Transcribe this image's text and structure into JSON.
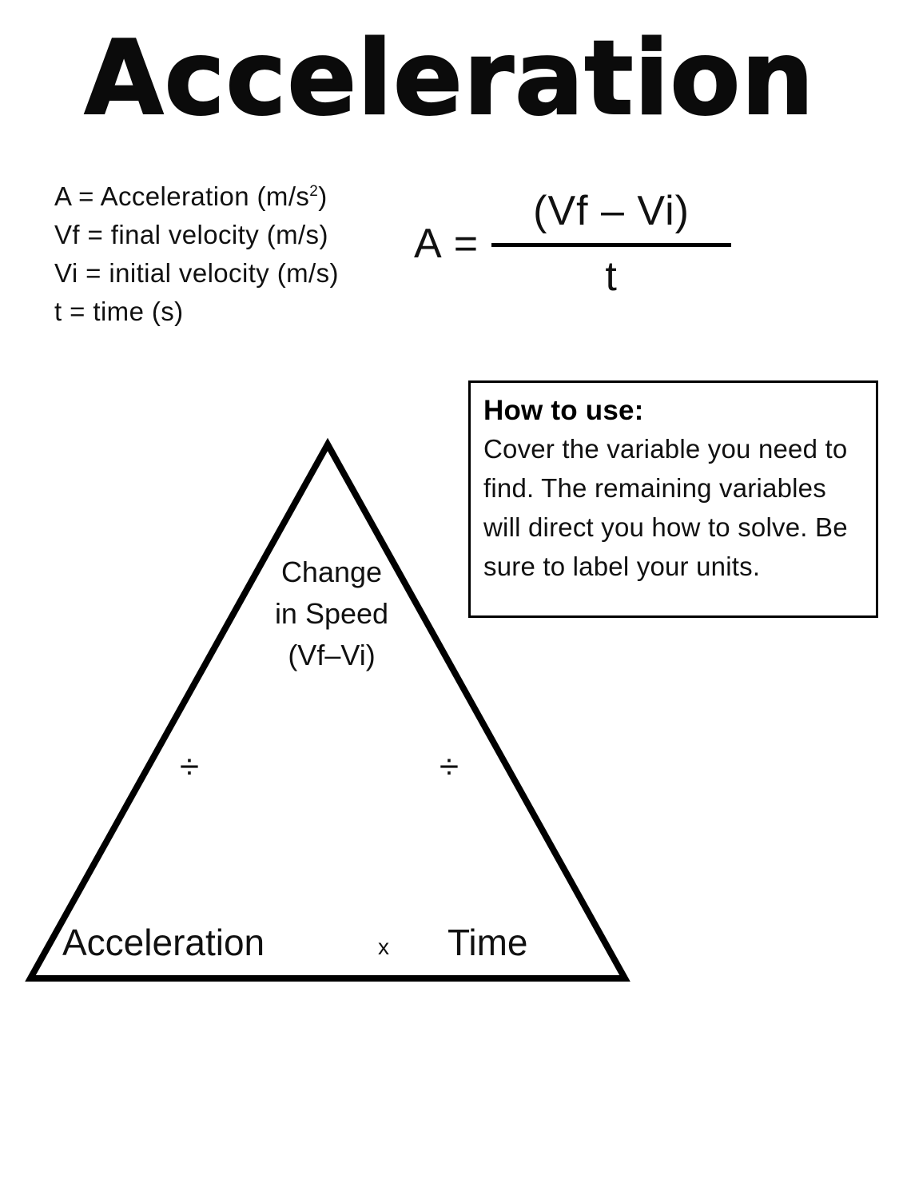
{
  "title": "Acceleration",
  "legend": {
    "lines": [
      "A = Acceleration (m/s",
      "Vf = final velocity (m/s)",
      "Vi = initial velocity (m/s)",
      "t = time (s)"
    ],
    "acceleration_label": "A = Acceleration (m/s",
    "acceleration_exponent": "2",
    "acceleration_close": ")",
    "final_velocity_label": "Vf = final velocity (m/s)",
    "initial_velocity_label": "Vi = initial velocity (m/s)",
    "time_label": "t = time (s)"
  },
  "equation": {
    "lhs": "A",
    "equals": "=",
    "numerator": "(Vf – Vi)",
    "denominator": "t"
  },
  "howto": {
    "heading": "How to use:",
    "body": "Cover the variable you need to find. The remaining variables will direct you how to solve. Be sure to label your units."
  },
  "triangle": {
    "top_line1": "Change",
    "top_line2": "in Speed",
    "top_line3": "(Vf–Vi)",
    "divide_left": "÷",
    "divide_right": "÷",
    "bottom_left": "Acceleration",
    "bottom_operator": "x",
    "bottom_right": "Time"
  },
  "colors": {
    "ink": "#000000",
    "background": "#ffffff"
  }
}
